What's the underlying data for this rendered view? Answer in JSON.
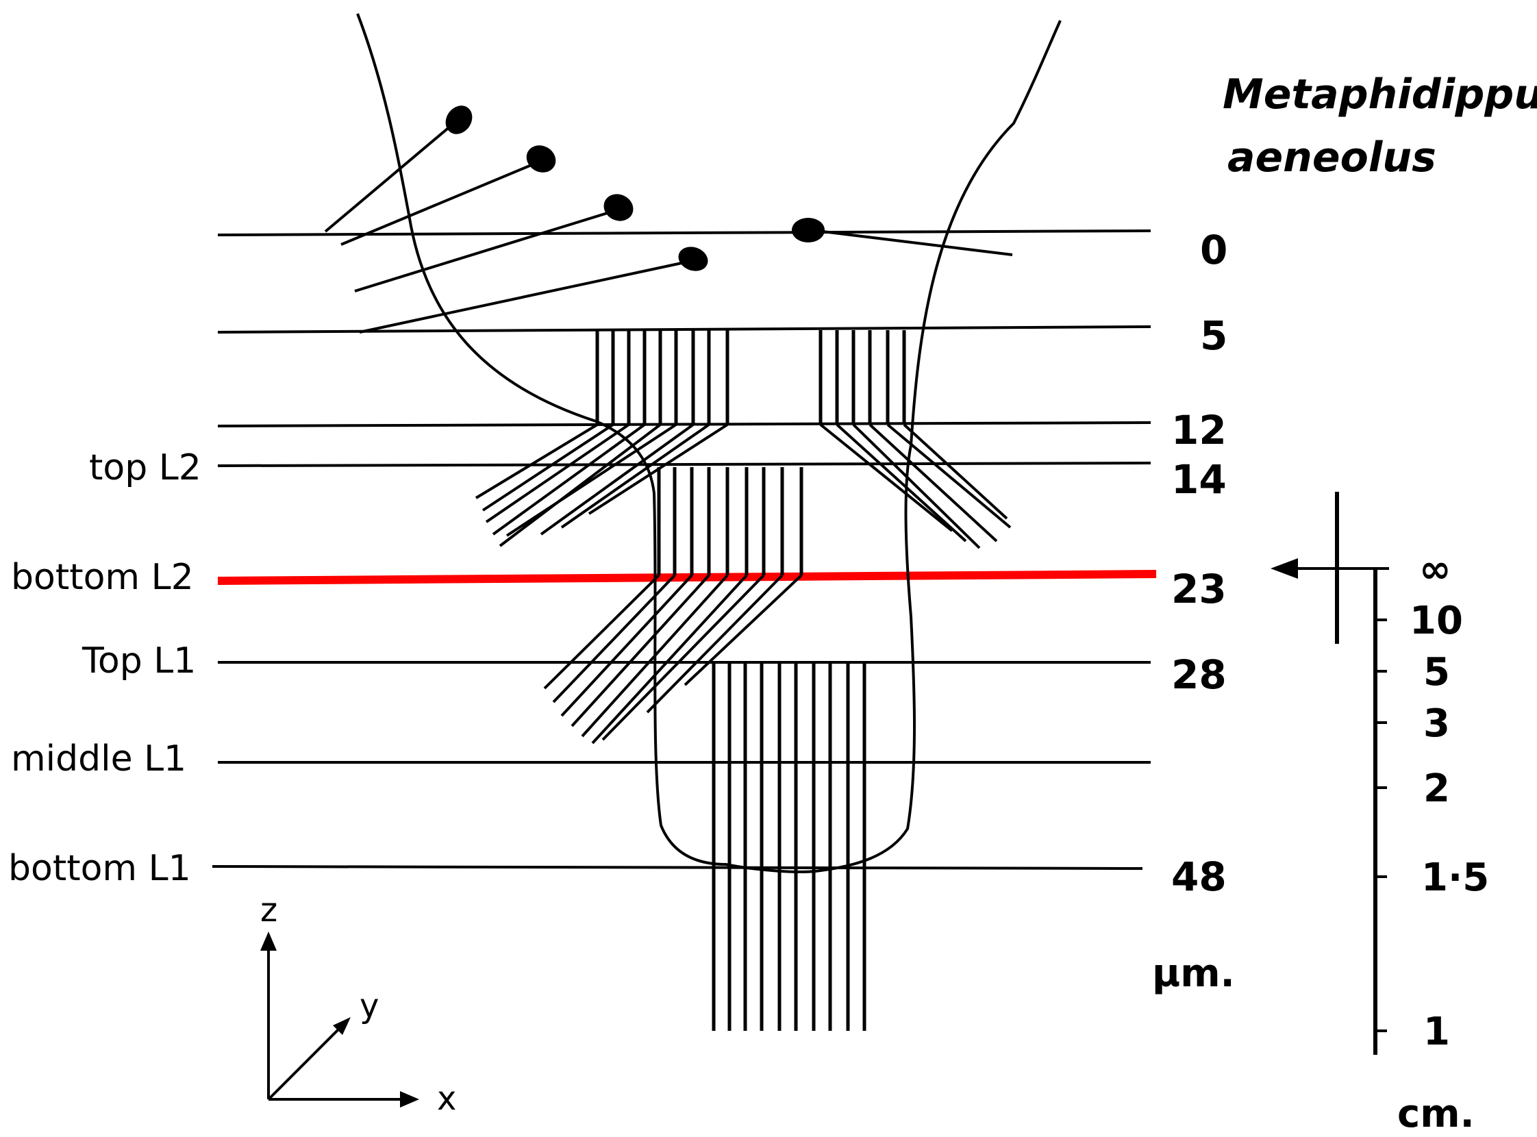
{
  "species": {
    "line1": "Metaphidippus",
    "line2": "aeneolus"
  },
  "layers": [
    {
      "label": "",
      "depth": "0"
    },
    {
      "label": "",
      "depth": "5"
    },
    {
      "label": "",
      "depth": "12"
    },
    {
      "label": "top L2",
      "depth": "14"
    },
    {
      "label": "bottom L2",
      "depth": "23",
      "highlight_color": "#ff0000"
    },
    {
      "label": "Top L1",
      "depth": "28"
    },
    {
      "label": "middle L1",
      "depth": ""
    },
    {
      "label": "bottom L1",
      "depth": "48"
    }
  ],
  "depth_unit": "µm.",
  "focus_scale": {
    "ticks": [
      "∞",
      "10",
      "5",
      "3",
      "2",
      "1·5",
      "1"
    ],
    "unit": "cm."
  },
  "axes": {
    "z": "z",
    "y": "y",
    "x": "x"
  }
}
